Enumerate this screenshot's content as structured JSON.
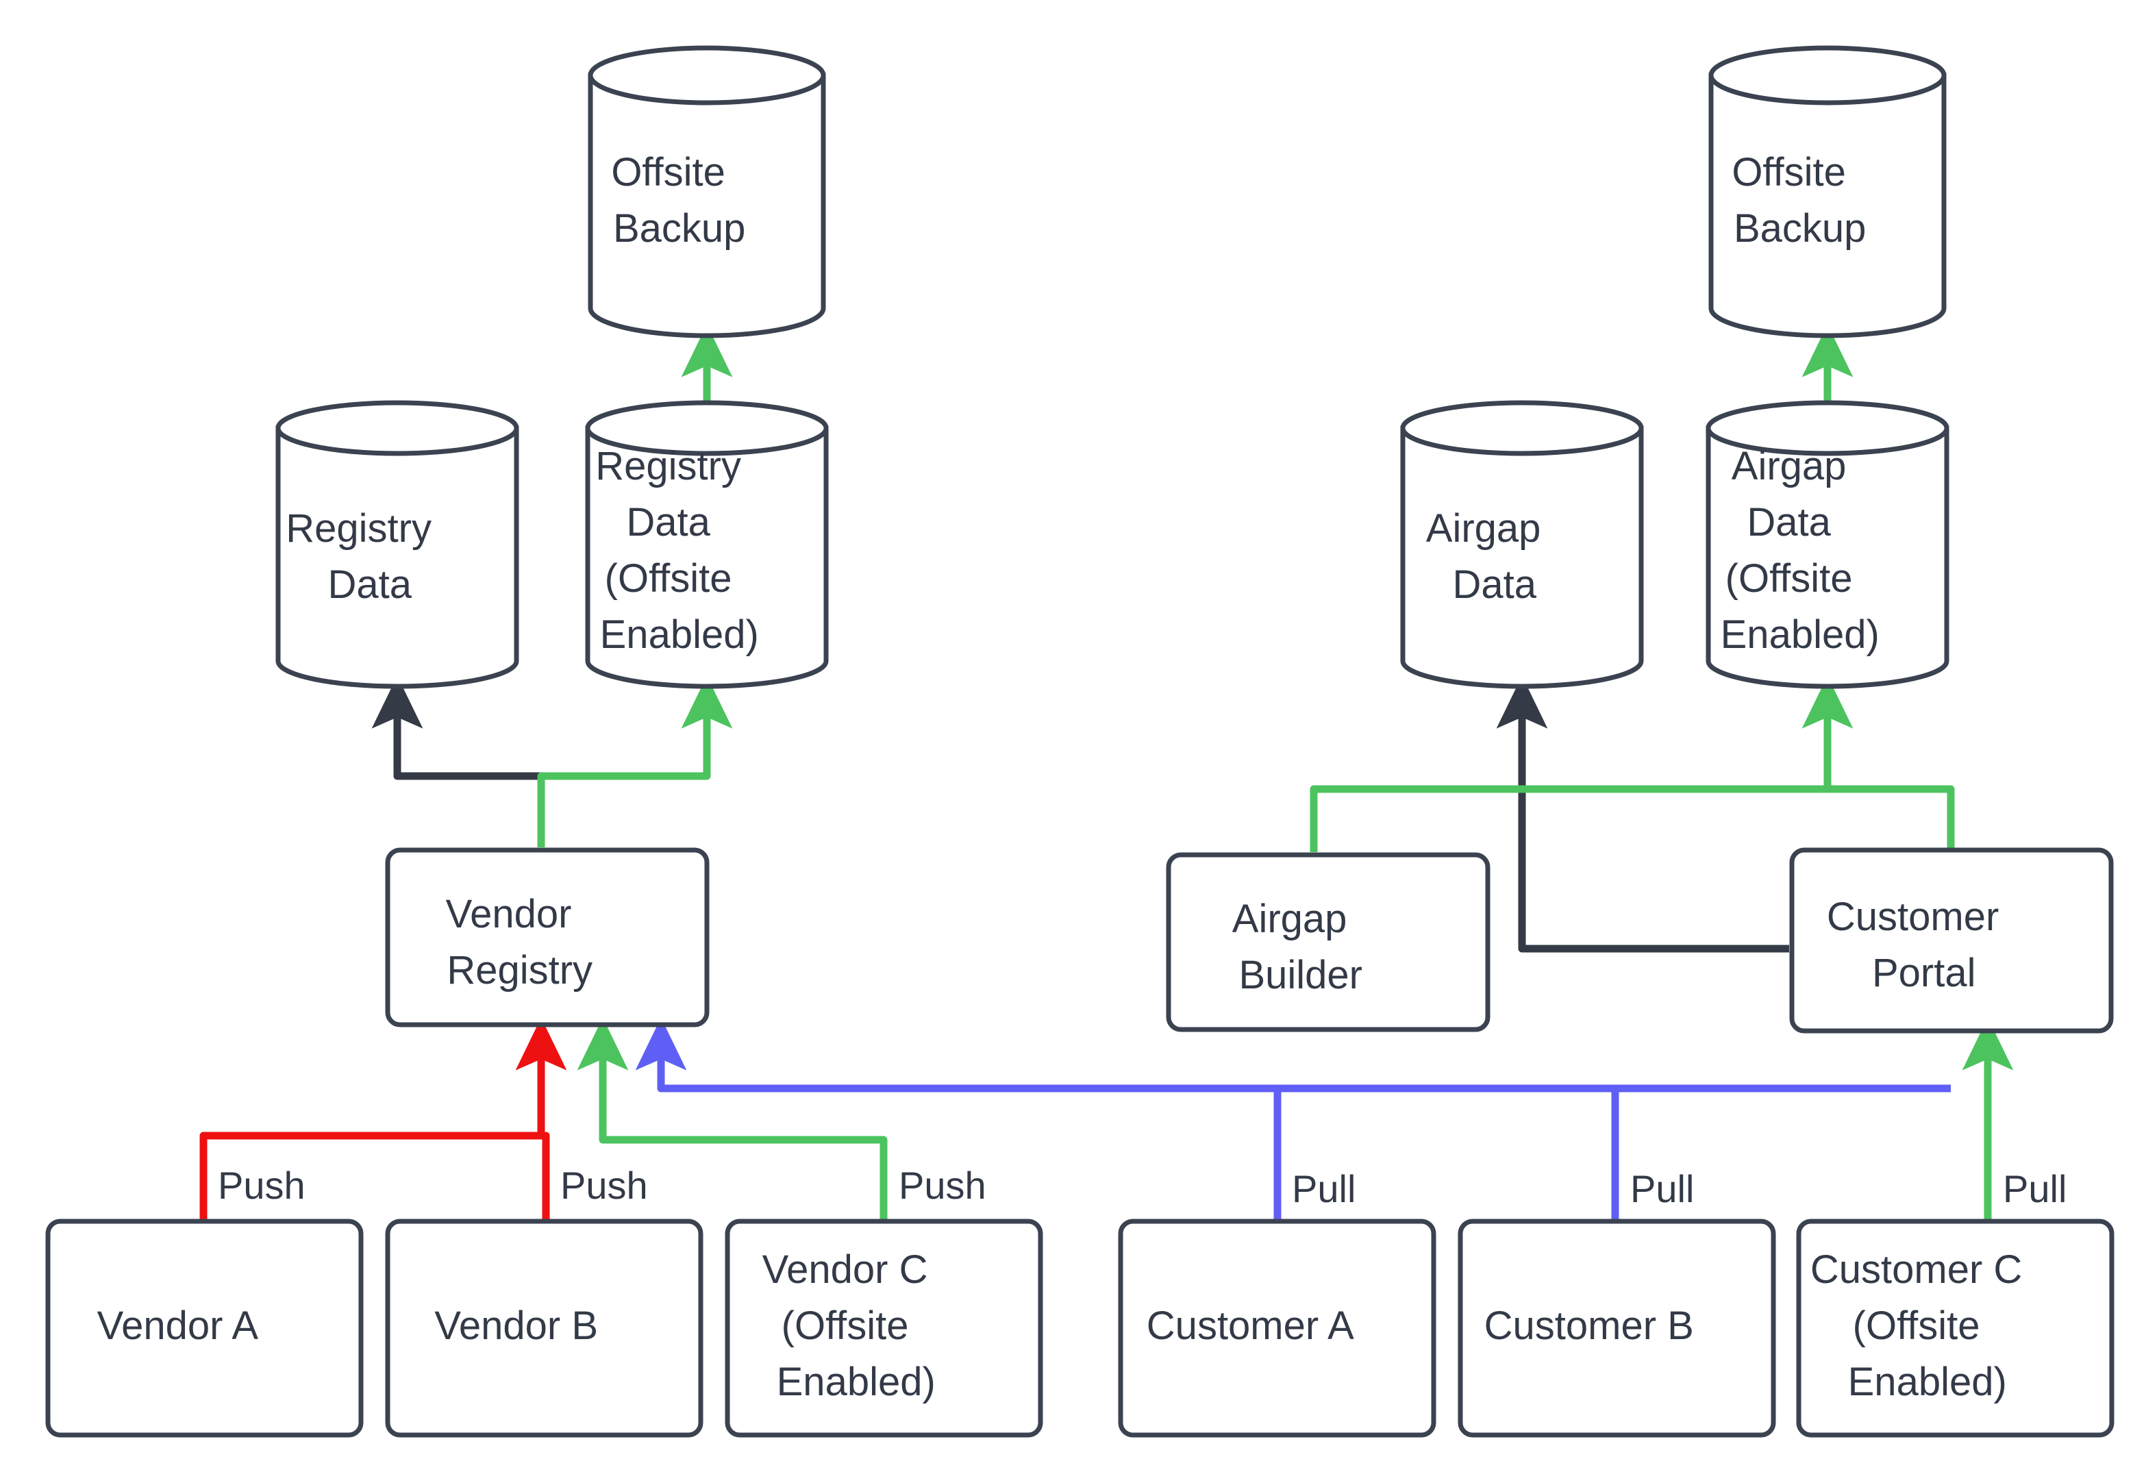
{
  "diagram": {
    "type": "flowchart",
    "background_color": "#ffffff",
    "colors": {
      "node_stroke": "#3b4250",
      "node_fill": "#ffffff",
      "text": "#333a47",
      "edge_dark": "#343a46",
      "edge_green": "#4cc35e",
      "edge_red": "#ee1111",
      "edge_blue": "#5f5ff5"
    },
    "nodes": {
      "offsite_backup_left": {
        "label": "Offsite\nBackup",
        "shape": "cylinder"
      },
      "offsite_backup_right": {
        "label": "Offsite\nBackup",
        "shape": "cylinder"
      },
      "registry_data": {
        "label": "Registry\nData",
        "shape": "cylinder"
      },
      "registry_data_offsite": {
        "label": "Registry\nData\n(Offsite\nEnabled)",
        "shape": "cylinder"
      },
      "airgap_data": {
        "label": "Airgap\nData",
        "shape": "cylinder"
      },
      "airgap_data_offsite": {
        "label": "Airgap\nData\n(Offsite\nEnabled)",
        "shape": "cylinder"
      },
      "vendor_registry": {
        "label": "Vendor\nRegistry",
        "shape": "rounded-rect"
      },
      "airgap_builder": {
        "label": "Airgap\nBuilder",
        "shape": "rounded-rect"
      },
      "customer_portal": {
        "label": "Customer\nPortal",
        "shape": "rounded-rect"
      },
      "vendor_a": {
        "label": "Vendor A",
        "shape": "rounded-rect"
      },
      "vendor_b": {
        "label": "Vendor B",
        "shape": "rounded-rect"
      },
      "vendor_c": {
        "label": "Vendor C\n(Offsite\nEnabled)",
        "shape": "rounded-rect"
      },
      "customer_a": {
        "label": "Customer A",
        "shape": "rounded-rect"
      },
      "customer_b": {
        "label": "Customer B",
        "shape": "rounded-rect"
      },
      "customer_c": {
        "label": "Customer C\n(Offsite\nEnabled)",
        "shape": "rounded-rect"
      }
    },
    "edge_labels": {
      "vendor_a_push": "Push",
      "vendor_b_push": "Push",
      "vendor_c_push": "Push",
      "customer_a_pull": "Pull",
      "customer_b_pull": "Pull",
      "customer_c_pull": "Pull"
    },
    "edges": [
      {
        "from": "vendor_a",
        "to": "vendor_registry",
        "label": "Push",
        "color": "#ee1111"
      },
      {
        "from": "vendor_b",
        "to": "vendor_registry",
        "label": "Push",
        "color": "#ee1111"
      },
      {
        "from": "vendor_c",
        "to": "vendor_registry",
        "label": "Push",
        "color": "#4cc35e"
      },
      {
        "from": "customer_portal",
        "to": "vendor_registry",
        "label": "",
        "color": "#5f5ff5"
      },
      {
        "from": "vendor_registry",
        "to": "registry_data",
        "label": "",
        "color": "#343a46"
      },
      {
        "from": "vendor_registry",
        "to": "registry_data_offsite",
        "label": "",
        "color": "#4cc35e"
      },
      {
        "from": "registry_data_offsite",
        "to": "offsite_backup_left",
        "label": "",
        "color": "#4cc35e"
      },
      {
        "from": "customer_a",
        "to": "customer_portal",
        "label": "Pull",
        "color": "#5f5ff5"
      },
      {
        "from": "customer_b",
        "to": "customer_portal",
        "label": "Pull",
        "color": "#5f5ff5"
      },
      {
        "from": "customer_c",
        "to": "customer_portal",
        "label": "Pull",
        "color": "#4cc35e"
      },
      {
        "from": "customer_portal",
        "to": "airgap_data",
        "label": "",
        "color": "#343a46"
      },
      {
        "from": "airgap_builder",
        "to": "airgap_data_offsite",
        "label": "",
        "color": "#4cc35e"
      },
      {
        "from": "customer_portal",
        "to": "airgap_data_offsite",
        "label": "",
        "color": "#4cc35e"
      },
      {
        "from": "airgap_data_offsite",
        "to": "offsite_backup_right",
        "label": "",
        "color": "#4cc35e"
      }
    ]
  }
}
